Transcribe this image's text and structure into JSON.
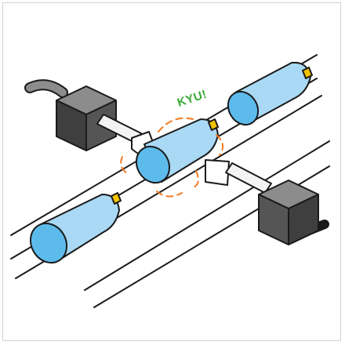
{
  "illustration": {
    "caption": "KYU!",
    "colors": {
      "outline": "#1a1a1a",
      "bottle_fill": "#a9d9f4",
      "bottle_cap_face": "#5dbbec",
      "nozzle_tip": "#f2c200",
      "sensor_box_dark": "#3f3f3f",
      "sensor_box_light": "#8c8c8c",
      "rod_fill": "#f3f3f3",
      "pinch_marks": "#f47a22",
      "caption_color": "#39a935"
    },
    "objects": [
      "sensor-box-left",
      "sensor-box-right",
      "conveyor-rails",
      "bottle-top",
      "bottle-center",
      "bottle-bottom",
      "pusher-rod-left",
      "pusher-rod-right"
    ]
  }
}
